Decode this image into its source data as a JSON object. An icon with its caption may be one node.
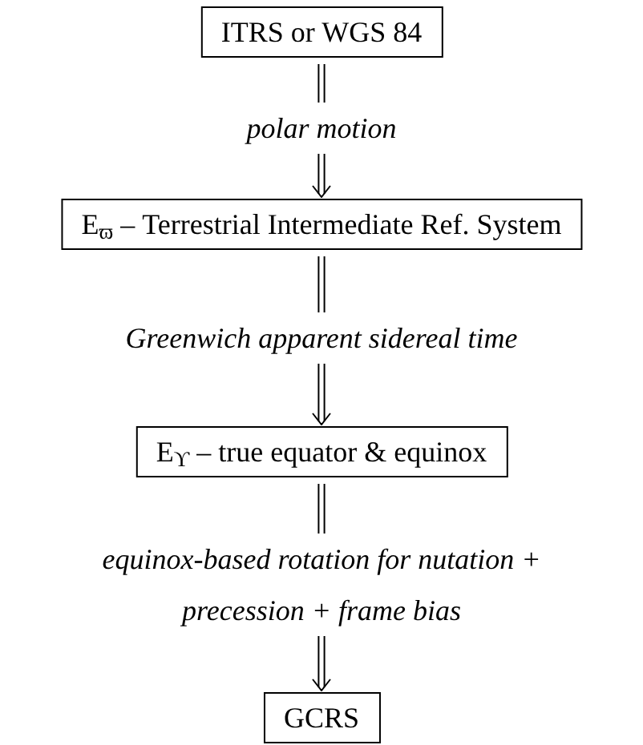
{
  "diagram": {
    "nodes": [
      {
        "text": [
          "ITRS or WGS 84"
        ]
      },
      {
        "text": [
          "E$_{ϖ}$ – Terrestrial Intermediate Ref. System"
        ]
      },
      {
        "text": [
          "E$_{ϒ}$ – true equator & equinox"
        ]
      },
      {
        "text": [
          "GCRS"
        ]
      }
    ],
    "edges": [
      {
        "from": 0,
        "to": 1,
        "arrow": "to",
        "label": "polar motion"
      },
      {
        "from": 1,
        "to": 2,
        "arrow": "to",
        "label": "Greenwich apparent sidereal time"
      },
      {
        "from": 2,
        "to": 3,
        "arrow": "to",
        "label": "equinox-based rotation for nutation + precession + frame bias"
      }
    ]
  }
}
